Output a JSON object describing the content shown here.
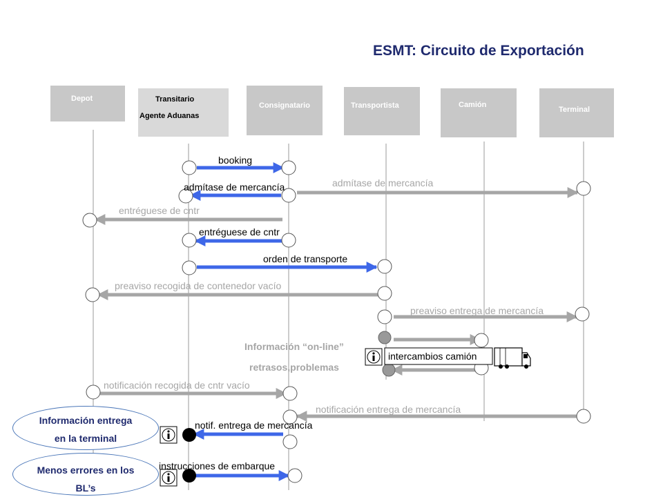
{
  "title": "ESMT: Circuito de Exportación",
  "actors": [
    {
      "id": "depot",
      "label": "Depot"
    },
    {
      "id": "transitario",
      "label": "Transitario",
      "label2": "Agente Aduanas"
    },
    {
      "id": "consignatario",
      "label": "Consignatario"
    },
    {
      "id": "transportista",
      "label": "Transportista"
    },
    {
      "id": "camion",
      "label": "Camión"
    },
    {
      "id": "terminal",
      "label": "Terminal"
    }
  ],
  "messages": [
    {
      "id": "booking",
      "label": "booking",
      "color": "#3e67e8"
    },
    {
      "id": "admitase-1",
      "label": "admítase de mercancía",
      "color": "#3e67e8"
    },
    {
      "id": "admitase-2",
      "label": "admítase de mercancía",
      "color": "#a6a6a6"
    },
    {
      "id": "entreguese-1",
      "label": "entréguese de cntr",
      "color": "#a6a6a6"
    },
    {
      "id": "entreguese-2",
      "label": "entréguese de cntr",
      "color": "#3e67e8"
    },
    {
      "id": "orden",
      "label": "orden de transporte",
      "color": "#3e67e8"
    },
    {
      "id": "preaviso-recogida",
      "label": "preaviso recogida de contenedor vacío",
      "color": "#a6a6a6"
    },
    {
      "id": "preaviso-entrega",
      "label": "preaviso entrega de mercancía",
      "color": "#a6a6a6"
    },
    {
      "id": "intercambios",
      "label": "intercambios camión"
    },
    {
      "id": "notif-recogida",
      "label": "notificación recogida de cntr vacío",
      "color": "#a6a6a6"
    },
    {
      "id": "notif-entrega-1",
      "label": "notificación entrega de mercancía",
      "color": "#a6a6a6"
    },
    {
      "id": "notif-entrega-2",
      "label": "notif. entrega de mercancía",
      "color": "#3e67e8"
    },
    {
      "id": "instrucciones",
      "label": "instrucciones de embarque",
      "color": "#3e67e8"
    }
  ],
  "info_online": {
    "line1": "Información “on-line”",
    "line2": "retrasos,problemas"
  },
  "callouts": [
    {
      "id": "info-entrega",
      "line1": "Información entrega",
      "line2": "en la terminal"
    },
    {
      "id": "menos-errores",
      "line1": "Menos errores en los",
      "line2": "BL’s"
    }
  ],
  "icons": {
    "info": "info-icon",
    "truck": "truck-icon"
  }
}
